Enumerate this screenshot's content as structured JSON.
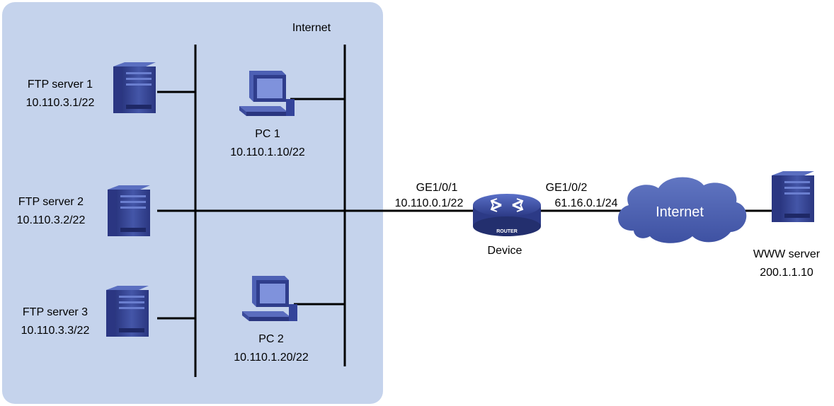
{
  "colors": {
    "region_fill": "#c5d3ec",
    "device_blue": "#3c4d9c",
    "device_dark": "#232f6e",
    "cloud": "#5064b4",
    "line": "#000000"
  },
  "region": {
    "label": "Internet"
  },
  "nodes": {
    "ftp1": {
      "name": "FTP server 1",
      "ip": "10.110.3.1/22",
      "icon": "server-icon"
    },
    "ftp2": {
      "name": "FTP server 2",
      "ip": "10.110.3.2/22",
      "icon": "server-icon"
    },
    "ftp3": {
      "name": "FTP server 3",
      "ip": "10.110.3.3/22",
      "icon": "server-icon"
    },
    "pc1": {
      "name": "PC 1",
      "ip": "10.110.1.10/22",
      "icon": "pc-icon"
    },
    "pc2": {
      "name": "PC 2",
      "ip": "10.110.1.20/22",
      "icon": "pc-icon"
    },
    "device": {
      "name": "Device",
      "badge": "ROUTER",
      "icon": "router-icon"
    },
    "internet": {
      "label": "Internet",
      "icon": "cloud-icon"
    },
    "www": {
      "name": "WWW server",
      "ip": "200.1.1.10",
      "icon": "server-icon"
    }
  },
  "interfaces": {
    "ge1": {
      "name": "GE1/0/1",
      "ip": "10.110.0.1/22"
    },
    "ge2": {
      "name": "GE1/0/2",
      "ip": "61.16.0.1/24"
    }
  }
}
